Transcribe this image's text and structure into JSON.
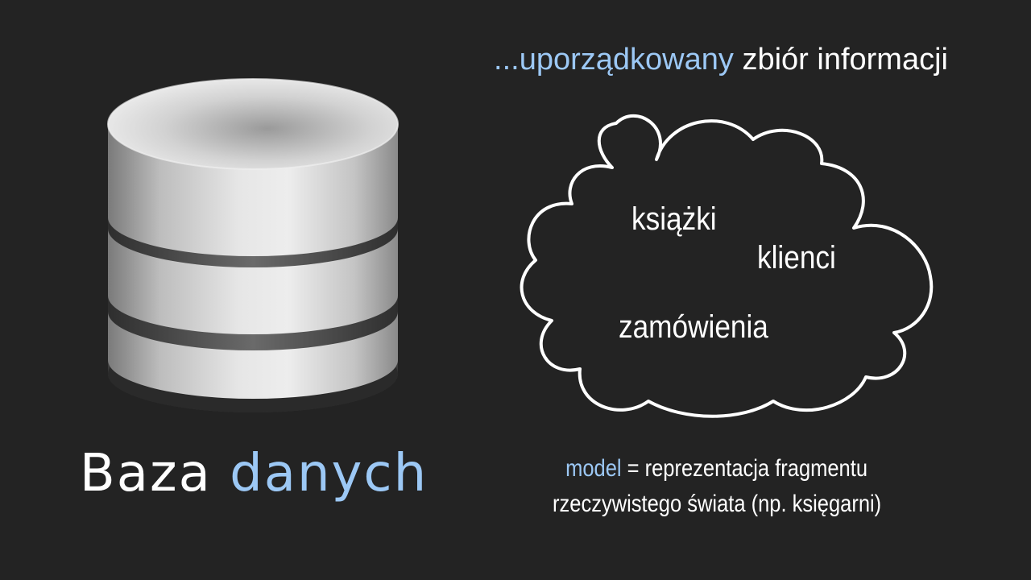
{
  "headline": {
    "prefix": "...",
    "highlight": "uporządkowany",
    "rest": " zbiór informacji"
  },
  "cloud": {
    "words": [
      "książki",
      "klienci",
      "zamówienia"
    ]
  },
  "database": {
    "caption_plain": "Baza ",
    "caption_highlight": "danych"
  },
  "definition": {
    "term": "model",
    "rest_line1": " = reprezentacja fragmentu",
    "line2": "rzeczywistego świata (np. księgarni)"
  },
  "colors": {
    "background": "#232323",
    "accent": "#9cc8f5",
    "text": "#ffffff"
  }
}
